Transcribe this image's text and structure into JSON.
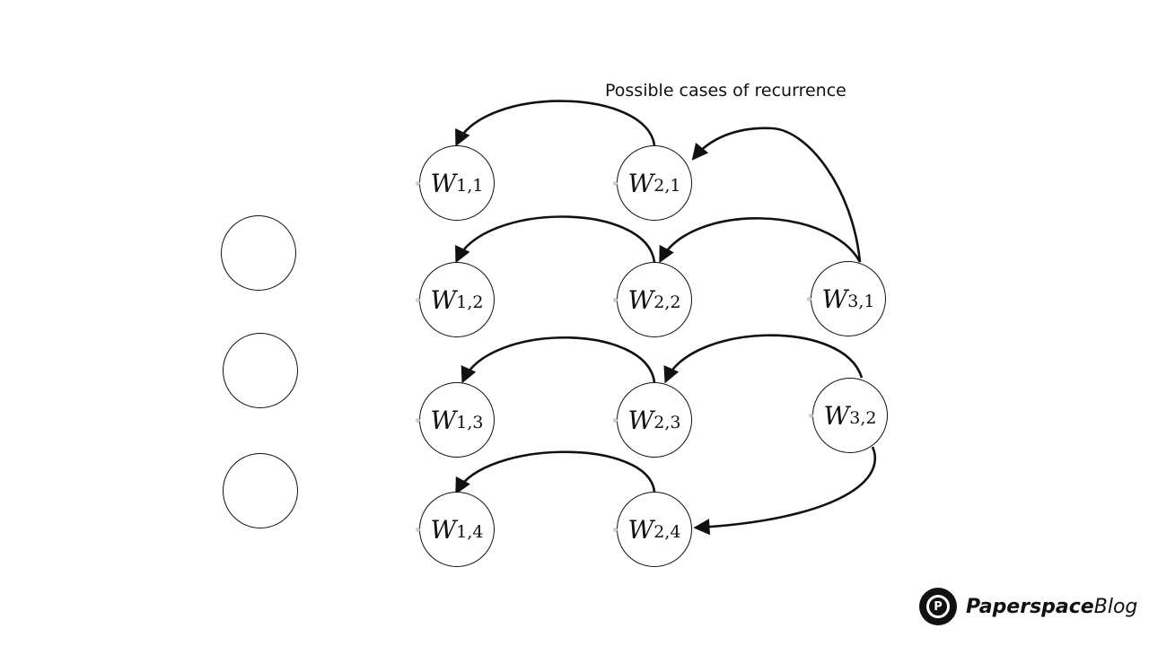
{
  "caption": "Possible cases of recurrence",
  "input_nodes": [
    {
      "id": "input-1"
    },
    {
      "id": "input-2"
    },
    {
      "id": "input-3"
    }
  ],
  "weight_nodes": [
    {
      "id": "w11",
      "base": "W",
      "sub": "1,1"
    },
    {
      "id": "w21",
      "base": "W",
      "sub": "2,1"
    },
    {
      "id": "w12",
      "base": "W",
      "sub": "1,2"
    },
    {
      "id": "w22",
      "base": "W",
      "sub": "2,2"
    },
    {
      "id": "w31",
      "base": "W",
      "sub": "3,1"
    },
    {
      "id": "w13",
      "base": "W",
      "sub": "1,3"
    },
    {
      "id": "w23",
      "base": "W",
      "sub": "2,3"
    },
    {
      "id": "w32",
      "base": "W",
      "sub": "3,2"
    },
    {
      "id": "w14",
      "base": "W",
      "sub": "1,4"
    },
    {
      "id": "w24",
      "base": "W",
      "sub": "2,4"
    }
  ],
  "edges": [
    {
      "from": "w21",
      "to": "w11"
    },
    {
      "from": "w31",
      "to": "w21"
    },
    {
      "from": "w22",
      "to": "w12"
    },
    {
      "from": "w31",
      "to": "w22"
    },
    {
      "from": "w23",
      "to": "w13"
    },
    {
      "from": "w32",
      "to": "w23"
    },
    {
      "from": "w24",
      "to": "w14"
    },
    {
      "from": "w32",
      "to": "w24"
    }
  ],
  "brand": {
    "name_strong": "Paperspace",
    "name_light": "Blog",
    "logo_letter": "P"
  },
  "colors": {
    "stroke": "#111111",
    "background": "#ffffff"
  }
}
